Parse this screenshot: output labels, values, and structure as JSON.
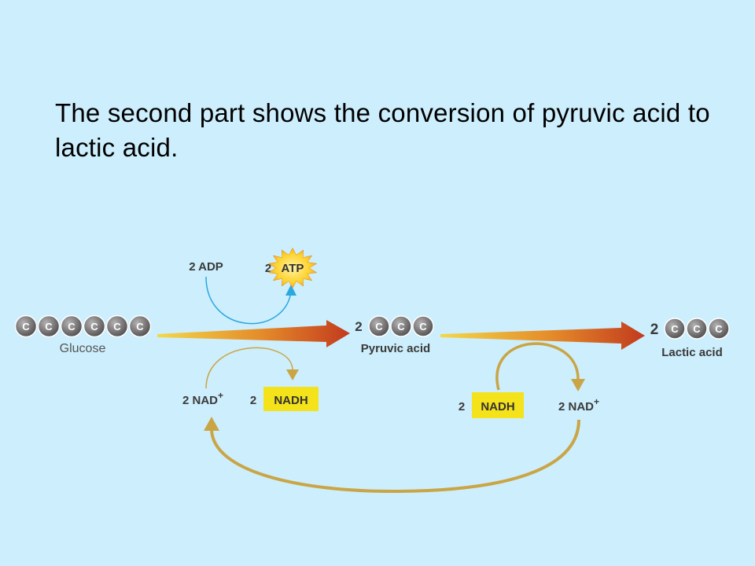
{
  "caption": "The second part shows the conversion of pyruvic acid to lactic acid.",
  "molecules": {
    "glucose": {
      "carbon_letter": "C",
      "carbon_count": 6,
      "name": "Glucose"
    },
    "pyruvic": {
      "coefficient": "2",
      "carbon_letter": "C",
      "carbon_count": 3,
      "name": "Pyruvic acid"
    },
    "lactic": {
      "coefficient": "2",
      "carbon_letter": "C",
      "carbon_count": 3,
      "name": "Lactic acid"
    }
  },
  "glycolysis": {
    "adp": "2 ADP",
    "atp_coefficient": "2",
    "atp": "ATP",
    "nad_in": "2 NAD",
    "nad_in_sup": "+",
    "nadh_coefficient": "2",
    "nadh": "NADH"
  },
  "fermentation": {
    "nadh_coefficient": "2",
    "nadh": "NADH",
    "nad_out": "2 NAD",
    "nad_out_sup": "+"
  },
  "colors": {
    "background": "#cdeefc",
    "atp_arrow": "#2aa8e0",
    "nad_arrow": "#c9a545",
    "highlight": "#f4e21a",
    "carbon_ball": "#7a7878",
    "main_arrow_start": "#f2c72f",
    "main_arrow_end": "#c23a1e"
  }
}
